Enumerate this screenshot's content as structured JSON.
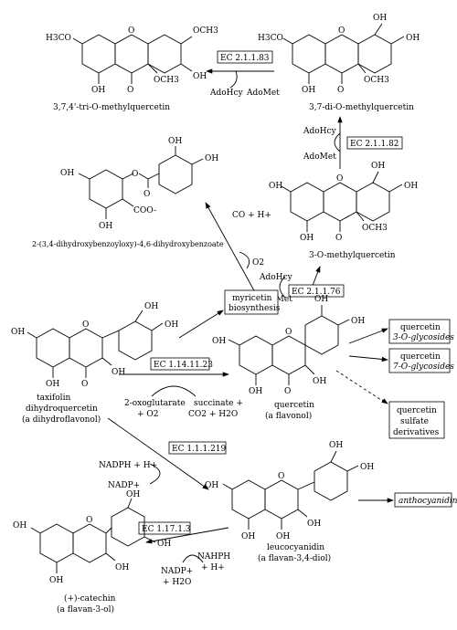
{
  "enzymes": {
    "ec_2_1_1_83": "EC 2.1.1.83",
    "ec_2_1_1_82": "EC 2.1.1.82",
    "ec_2_1_1_76": "EC 2.1.1.76",
    "ec_1_14_11_23": "EC 1.14.11.23",
    "ec_1_1_1_219": "EC 1.1.1.219",
    "ec_1_17_1_3": "EC 1.17.1.3"
  },
  "compounds": {
    "tri_methyl": "3,7,4'-tri-O-methylquercetin",
    "di_methyl": "3,7-di-O-methylquercetin",
    "mono_methyl": "3-O-methylquercetin",
    "benzoate": "2-(3,4-dihydroxybenzoyloxy)-4,6-dihydroxybenzoate",
    "taxifolin_1": "taxifolin",
    "taxifolin_2": "dihydroquercetin",
    "taxifolin_3": "(a dihydroflavonol)",
    "quercetin_1": "quercetin",
    "quercetin_2": "(a flavonol)",
    "leuco_1": "leucocyanidin",
    "leuco_2": "(a flavan-3,4-diol)",
    "catechin_1": "(+)-catechin",
    "catechin_2": "(a flavan-3-ol)"
  },
  "products": {
    "myricetin_1": "myricetin",
    "myricetin_2": "biosynthesis",
    "q3_1": "quercetin",
    "q3_2": "3-O-glycosides",
    "q7_1": "quercetin",
    "q7_2": "7-O-glycosides",
    "sulf_1": "quercetin",
    "sulf_2": "sulfate",
    "sulf_3": "derivatives",
    "antho": "anthocyanidins"
  },
  "cofactors": {
    "adohcy": "AdoHcy",
    "adomet": "AdoMet",
    "co_h": "CO + H+",
    "o2": "O2",
    "oxoglut": "2-oxoglutarate",
    "plus_o2": "+ O2",
    "succinate": "succinate +",
    "co2_h2o": "CO2 + H2O",
    "nadph_h": "NADPH + H+",
    "nadp": "NADP+",
    "nadp_plus": "NADP+",
    "plus_h2o": "+ H2O",
    "nahph": "NAHPH",
    "plus_h": "+ H+"
  },
  "atoms": {
    "oh": "OH",
    "o": "O",
    "och3": "OCH3",
    "h3co": "H3CO",
    "coo": "COO-"
  }
}
